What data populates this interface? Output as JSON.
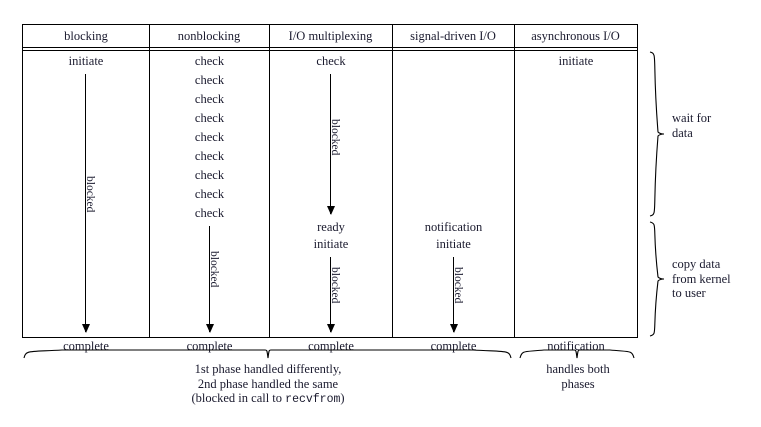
{
  "figure": {
    "type": "io-models-comparison-table",
    "columns": [
      {
        "header": "blocking",
        "top_labels": [
          "initiate"
        ],
        "bottom_label": "complete",
        "arrows": [
          {
            "label": "blocked"
          }
        ]
      },
      {
        "header": "nonblocking",
        "top_labels": [
          "check",
          "check",
          "check",
          "check",
          "check",
          "check",
          "check",
          "check",
          "check"
        ],
        "bottom_label": "complete",
        "arrows": [
          {
            "label": "blocked"
          }
        ]
      },
      {
        "header": "I/O multiplexing",
        "top_labels": [
          "check"
        ],
        "mid_labels": [
          "ready",
          "initiate"
        ],
        "bottom_label": "complete",
        "arrows": [
          {
            "label": "blocked"
          },
          {
            "label": "blocked"
          }
        ]
      },
      {
        "header": "signal-driven I/O",
        "top_labels": [],
        "mid_labels": [
          "notification",
          "initiate"
        ],
        "bottom_label": "complete",
        "arrows": [
          {
            "label": "blocked"
          }
        ]
      },
      {
        "header": "asynchronous I/O",
        "top_labels": [
          "initiate"
        ],
        "bottom_label": "notification",
        "arrows": []
      }
    ],
    "right_braces": [
      {
        "lines": [
          "wait for",
          "data"
        ]
      },
      {
        "lines": [
          "copy data",
          "from kernel",
          "to user"
        ]
      }
    ],
    "bottom_braces": [
      {
        "lines": [
          "1st phase handled differently,",
          "2nd phase handled the same"
        ],
        "last_line_prefix": "(blocked in call to ",
        "last_line_mono": "recvfrom",
        "last_line_suffix": ")"
      },
      {
        "lines": [
          "handles both",
          "phases"
        ]
      }
    ],
    "colors": {
      "ink": "#1a1a2e",
      "rule": "#000000",
      "background": "#ffffff"
    }
  }
}
